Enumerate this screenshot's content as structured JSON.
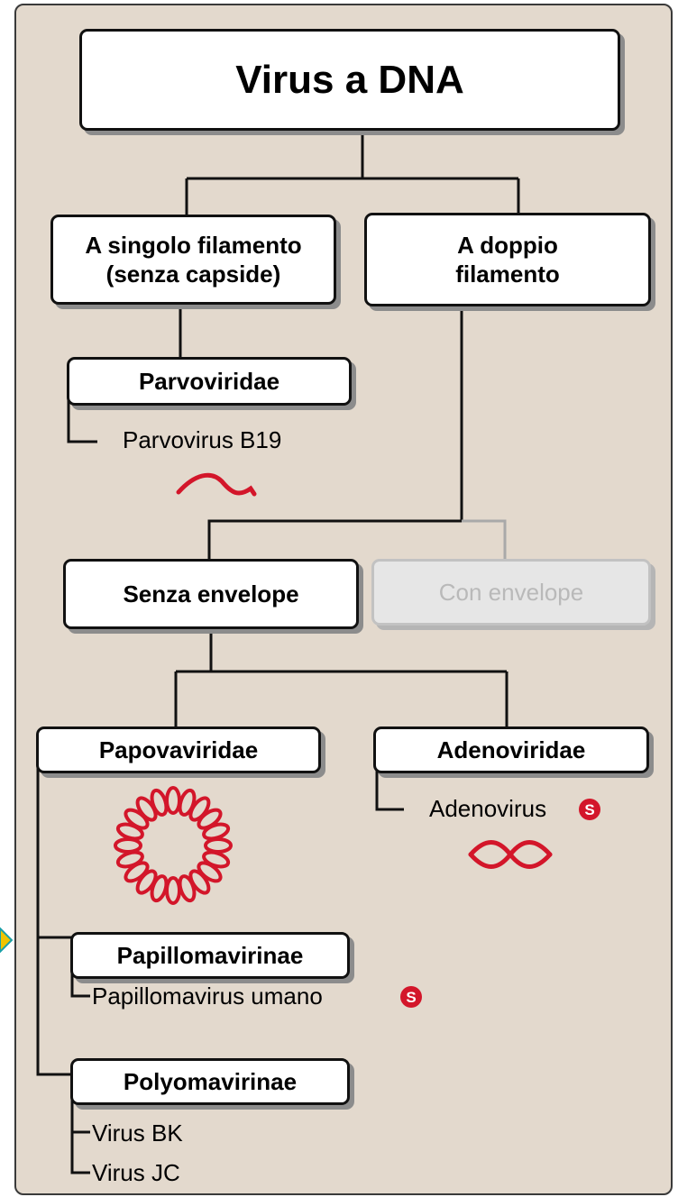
{
  "diagram": {
    "title": "Virus a DNA",
    "single_strand": {
      "line1": "A singolo filamento",
      "line2": "(senza capside)"
    },
    "double_strand": {
      "line1": "A doppio",
      "line2": "filamento"
    },
    "parvoviridae": {
      "family": "Parvoviridae",
      "member": "Parvovirus B19"
    },
    "without_envelope": "Senza envelope",
    "with_envelope": "Con envelope",
    "papovaviridae": "Papovaviridae",
    "adenoviridae": {
      "family": "Adenoviridae",
      "member": "Adenovirus"
    },
    "papillomavirinae": {
      "subfamily": "Papillomavirinae",
      "member": "Papillomavirus umano"
    },
    "polyomavirinae": {
      "subfamily": "Polyomavirinae",
      "members": [
        "Virus BK",
        "Virus JC"
      ]
    },
    "badge_letter": "S"
  },
  "colors": {
    "panel_bg": "#e3d9cd",
    "accent_red": "#d3162a",
    "greyed_box": "#e6e6e6",
    "nav_marker": "#f2c400"
  }
}
